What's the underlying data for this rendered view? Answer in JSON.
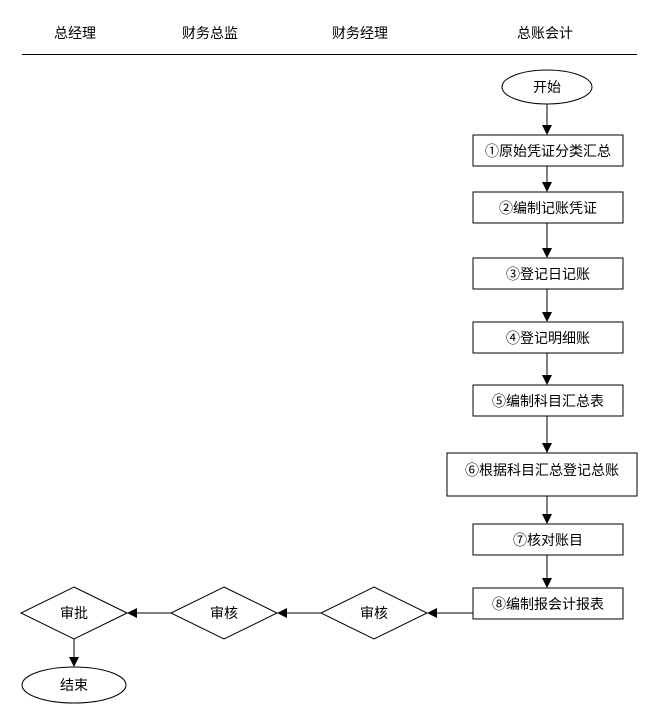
{
  "lanes": [
    "总经理",
    "财务总监",
    "财务经理",
    "总账会计"
  ],
  "nodes": {
    "start": "开始",
    "step1": "①原始凭证分类汇总",
    "step2": "②编制记账凭证",
    "step3": "③登记日记账",
    "step4": "④登记明细账",
    "step5": "⑤编制科目汇总表",
    "step6": "⑥根据科目汇总登记总账",
    "step7": "⑦核对账目",
    "step8": "⑧编制报会计报表",
    "review_manager": "审核",
    "review_director": "审核",
    "approve": "审批",
    "end": "结束"
  }
}
